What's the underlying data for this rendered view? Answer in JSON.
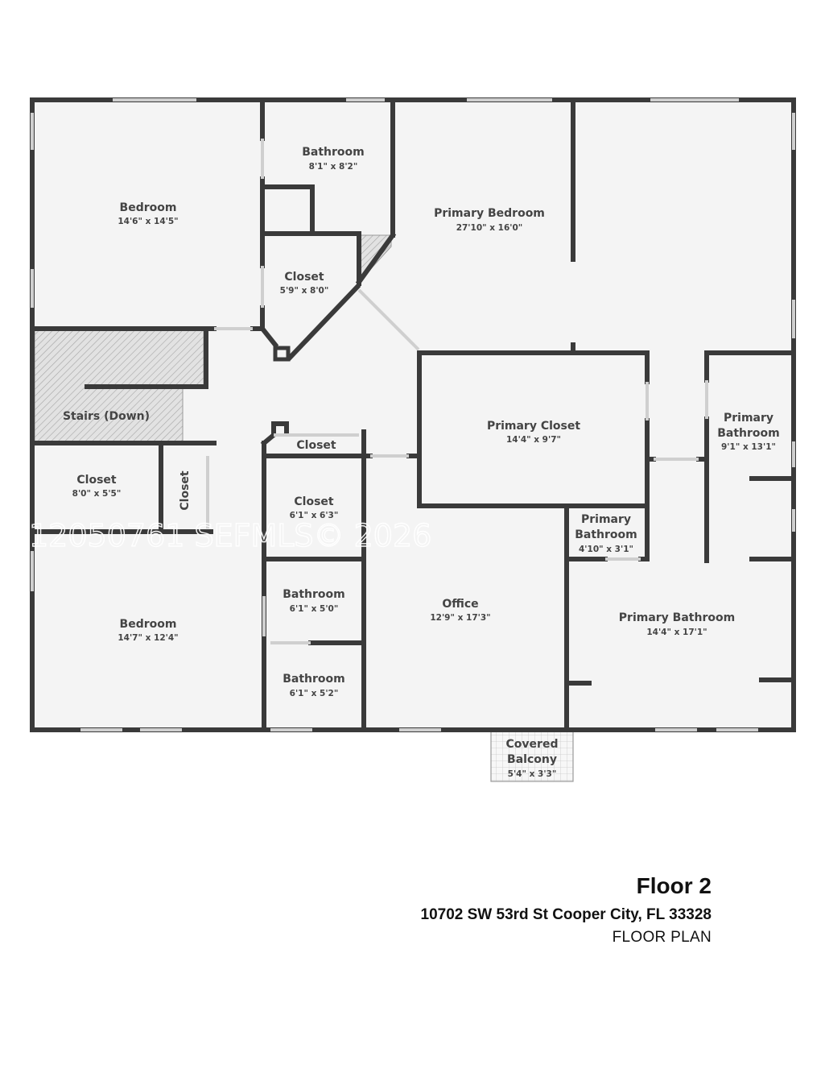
{
  "colors": {
    "wall": "#3a3a3a",
    "floor": "#f4f4f4",
    "hatch": "#9a9a9a",
    "window": "#cfcfcf"
  },
  "rooms": [
    {
      "id": "bedroom-1",
      "name": "Bedroom",
      "dim": "14'6\" x 14'5\""
    },
    {
      "id": "bathroom-1",
      "name": "Bathroom",
      "dim": "8'1\" x 8'2\""
    },
    {
      "id": "primary-bedroom",
      "name": "Primary Bedroom",
      "dim": "27'10\" x 16'0\""
    },
    {
      "id": "closet-1",
      "name": "Closet",
      "dim": "5'9\" x 8'0\""
    },
    {
      "id": "stairs",
      "name": "Stairs (Down)"
    },
    {
      "id": "primary-closet",
      "name": "Primary Closet",
      "dim": "14'4\" x 9'7\""
    },
    {
      "id": "primary-bathroom-1",
      "name_lines": [
        "Primary",
        "Bathroom"
      ],
      "dim": "9'1\" x 13'1\""
    },
    {
      "id": "closet-2",
      "name": "Closet"
    },
    {
      "id": "closet-3",
      "name": "Closet",
      "dim": "8'0\" x 5'5\""
    },
    {
      "id": "closet-4",
      "name": "Closet"
    },
    {
      "id": "closet-5",
      "name": "Closet",
      "dim": "6'1\" x 6'3\""
    },
    {
      "id": "primary-bathroom-2",
      "name_lines": [
        "Primary",
        "Bathroom"
      ],
      "dim": "4'10\" x 3'1\""
    },
    {
      "id": "bedroom-2",
      "name": "Bedroom",
      "dim": "14'7\" x 12'4\""
    },
    {
      "id": "bathroom-2",
      "name": "Bathroom",
      "dim": "6'1\" x 5'0\""
    },
    {
      "id": "office",
      "name": "Office",
      "dim": "12'9\" x 17'3\""
    },
    {
      "id": "primary-bathroom-3",
      "name": "Primary Bathroom",
      "dim": "14'4\" x 17'1\""
    },
    {
      "id": "bathroom-3",
      "name": "Bathroom",
      "dim": "6'1\" x 5'2\""
    },
    {
      "id": "covered-balcony",
      "name_lines": [
        "Covered",
        "Balcony"
      ],
      "dim": "5'4\" x 3'3\""
    }
  ],
  "watermark": "A12050761  SEFMLS© 2026",
  "footer": {
    "floor": "Floor 2",
    "address": "10702 SW 53rd St Cooper City, FL 33328",
    "label": "FLOOR PLAN"
  }
}
